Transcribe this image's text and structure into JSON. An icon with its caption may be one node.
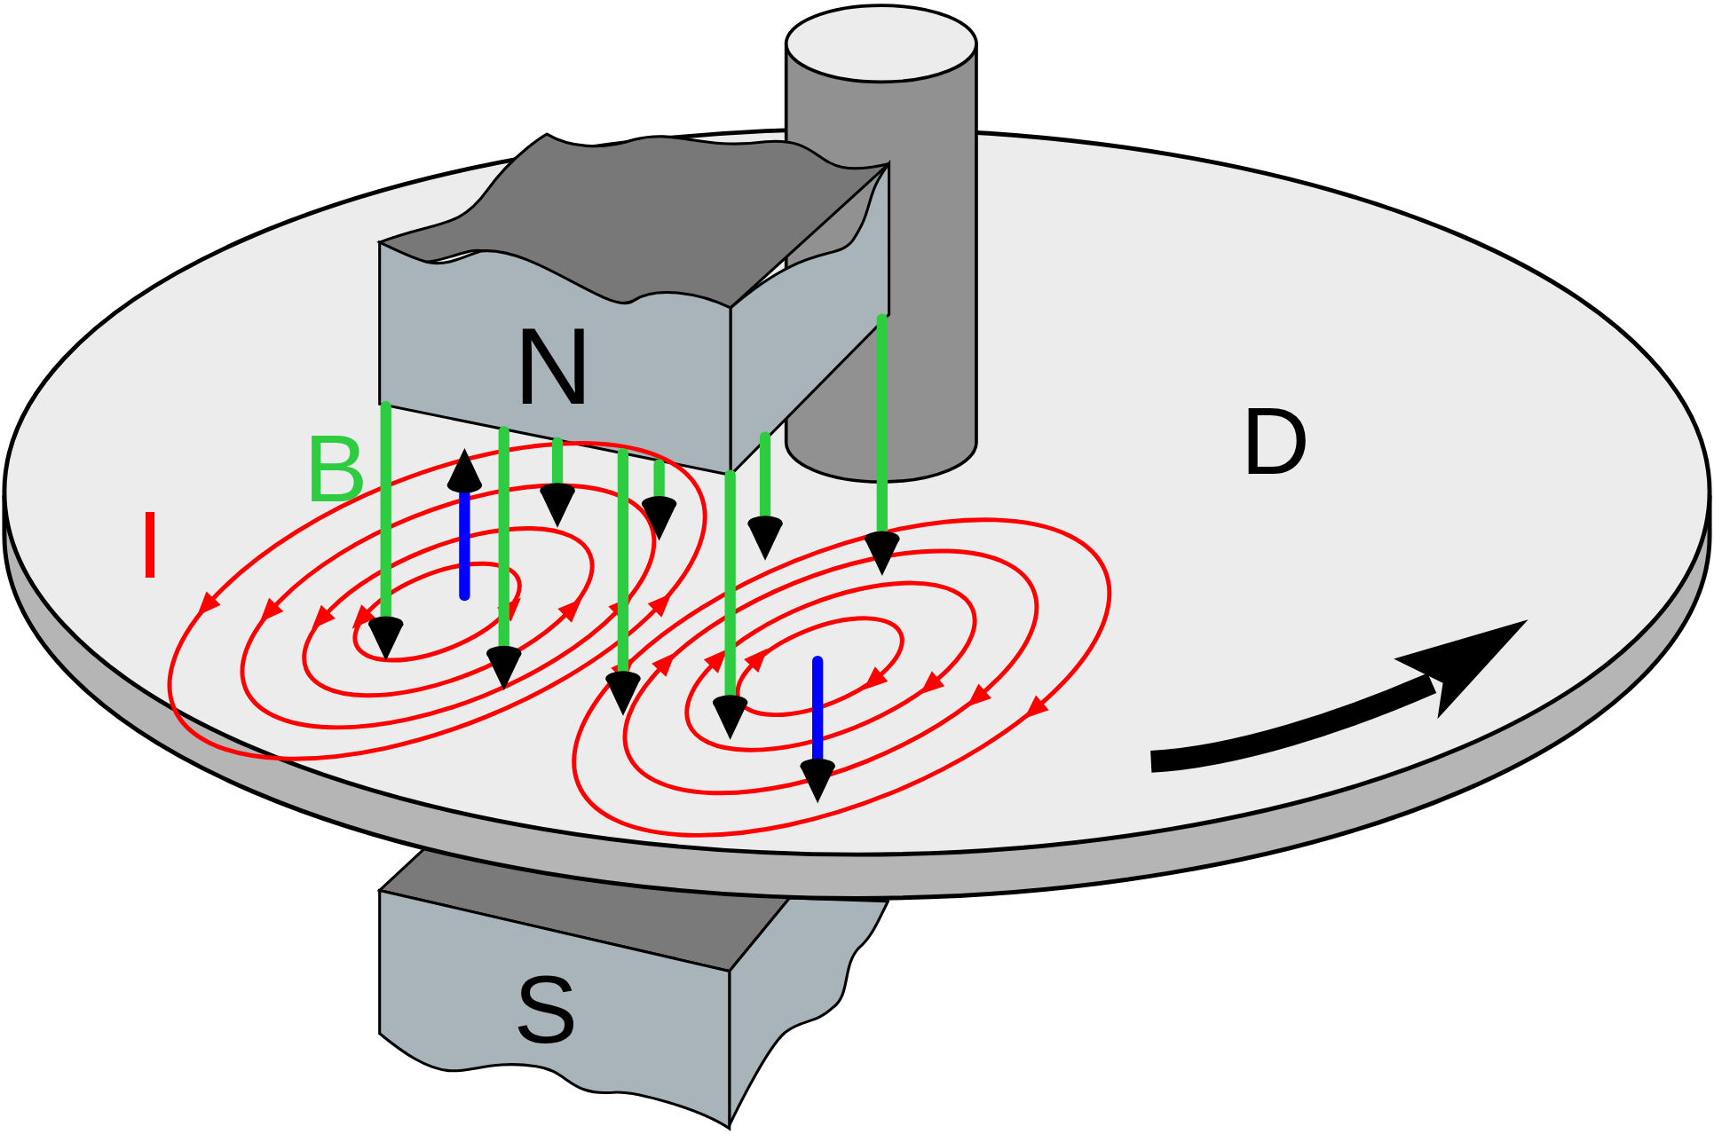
{
  "diagram": {
    "nodes": [
      {
        "text": [
          "S"
        ]
      },
      {
        "text": [
          "N"
        ]
      }
    ],
    "labels": [
      "B",
      "I",
      "D"
    ]
  }
}
